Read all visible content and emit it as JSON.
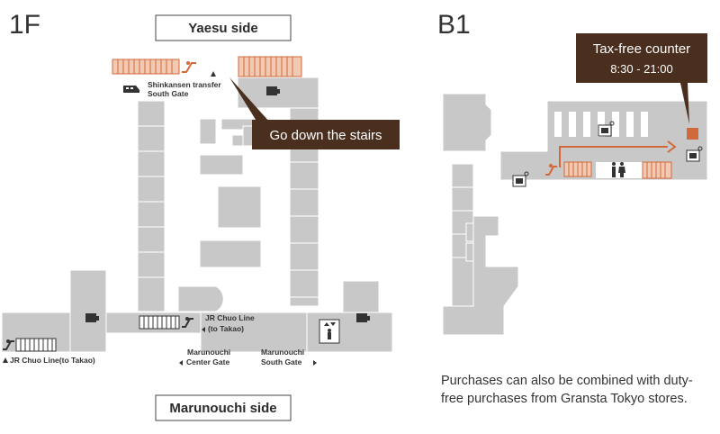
{
  "floors": {
    "f1": {
      "label": "1F",
      "top_side": "Yaesu side",
      "bottom_side": "Marunouchi side",
      "callout": "Go down the stairs",
      "labels": {
        "shinkansen_line1": "Shinkansen transfer",
        "shinkansen_line2": "South Gate",
        "jr_chuo_line1": "JR Chuo Line",
        "jr_chuo_line2": "(to Takao)",
        "jr_chuo_left": "JR Chuo Line(to Takao)",
        "center_gate_line1": "Marunouchi",
        "center_gate_line2": "Center Gate",
        "south_gate_line1": "Marunouchi",
        "south_gate_line2": "South Gate"
      }
    },
    "b1": {
      "label": "B1",
      "callout_title": "Tax-free counter",
      "callout_hours": "8:30 - 21:00"
    }
  },
  "note": "Purchases can also be combined with duty-free purchases from Gransta Tokyo stores.",
  "colors": {
    "area": "#c8c8c8",
    "area_stroke": "#ffffff",
    "callout": "#4a2e1e",
    "accent": "#d2693c",
    "stairs_fill": "#f2c9b3"
  },
  "icons": [
    "escalator-icon",
    "locker-icon",
    "elevator-icon",
    "bus-icon",
    "restroom-icon"
  ]
}
